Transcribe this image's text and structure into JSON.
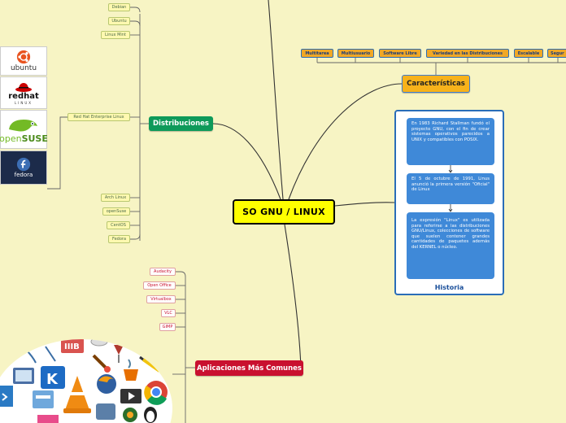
{
  "central": {
    "label": "SO GNU / LINUX"
  },
  "distribuciones": {
    "label": "Distribuciones",
    "items": [
      "Debian",
      "Ubuntu",
      "Linux Mint",
      "Red Hat Enterprise Linux",
      "Arch Linux",
      "openSuse",
      "CentOS",
      "Fedora"
    ],
    "logos": {
      "ubuntu": "ubuntu",
      "redhat": "redhat",
      "redhat_sub": "LINUX",
      "opensuse_a": "open",
      "opensuse_b": "SUSE",
      "fedora": "fedora"
    }
  },
  "caracteristicas": {
    "label": "Características",
    "items": [
      "Multitarea",
      "Multiusuario",
      "Software Libre",
      "Variedad en las Distribuciones",
      "Escalable",
      "Segur"
    ]
  },
  "historia": {
    "title": "Historia",
    "items": [
      "En 1983 Richard Stallman fundó el proyecto GNU, con el fin de crear sistemas operativos parecidos a UNIX y compatibles con POSIX.",
      "El 5 de octubre de 1991, Linus anunció la primera versión \"Oficial\" de Linux",
      "La expresión \"Linux\" es utilizada para referirse a las distribuciones GNU/Linux, colecciones de software que suelen contener grandes cantidades de paquetes además del KERNEL o núcleo."
    ]
  },
  "aplicaciones": {
    "label": "Aplicaciones Más Comunes",
    "items": [
      "Audacity",
      "Open Office",
      "Virtualbox",
      "VLC",
      "GIMP"
    ]
  },
  "colors": {
    "background": "#f7f4c4",
    "central": "#ffff00",
    "distribuciones": "#0e9a5a",
    "aplicaciones": "#c9102f",
    "caracteristicas": "#f7b21b",
    "historia": "#3f89d8"
  }
}
